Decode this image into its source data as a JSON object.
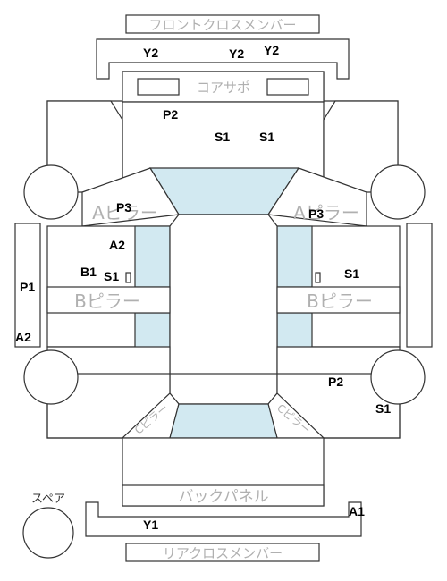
{
  "parts": {
    "front_cross_member": "フロントクロスメンバー",
    "core_support": "コアサポ",
    "a_pillar_left": "Aピラー",
    "a_pillar_right": "Aピラー",
    "b_pillar_left": "Bピラー",
    "b_pillar_right": "Bピラー",
    "c_pillar_left": "Cピラー",
    "c_pillar_right": "Cピラー",
    "back_panel": "バックパネル",
    "rear_cross_member": "リアクロスメンバー",
    "spare": "スペア"
  },
  "codes": {
    "front_y2_left": "Y2",
    "front_y2_mid": "Y2",
    "front_y2_right": "Y2",
    "core_p2": "P2",
    "core_s1_left": "S1",
    "core_s1_right": "S1",
    "a_left_p3": "P3",
    "a_right_p3": "P3",
    "left_a2": "A2",
    "left_b1": "B1",
    "left_s1": "S1",
    "left_sill_p1": "P1",
    "left_sill_a2": "A2",
    "right_s1": "S1",
    "right_p2": "P2",
    "right_rear_s1": "S1",
    "rear_y1": "Y1",
    "rear_a1": "A1"
  },
  "colors": {
    "glass": "#d2e9f1",
    "outline": "#333333",
    "part_label": "#b0b0b0",
    "code_label": "#000000"
  }
}
